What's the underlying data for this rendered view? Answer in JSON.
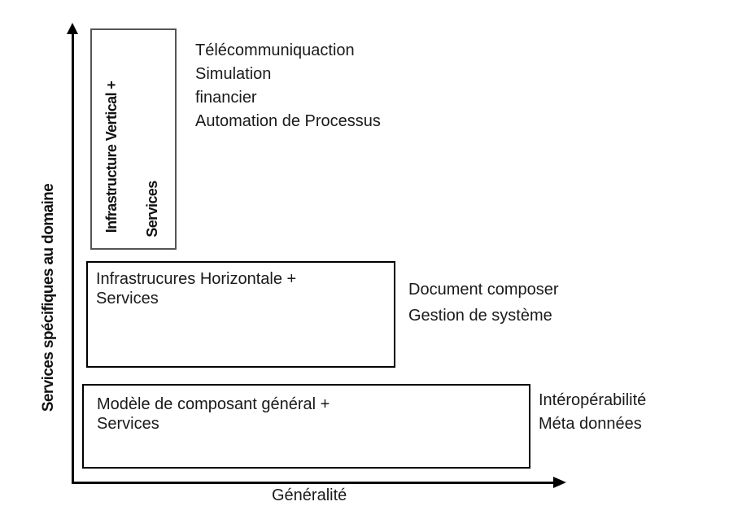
{
  "diagram": {
    "y_axis_label": "Services spécifiques au domaine",
    "x_axis_label": "Généralité",
    "layers": [
      {
        "id": "vertical",
        "box_lines": [
          "Infrastructure Vertical +",
          "Services"
        ],
        "examples": [
          "Télécommuniquaction",
          "Simulation",
          "financier",
          "Automation de Processus"
        ]
      },
      {
        "id": "horizontal",
        "box_text": "Infrastrucures Horizontale +\nServices",
        "examples": [
          "Document composer",
          "Gestion de système"
        ]
      },
      {
        "id": "general",
        "box_text": "Modèle de composant général +\nServices",
        "examples": [
          "Intéropérabilité",
          "Méta données"
        ]
      }
    ]
  }
}
